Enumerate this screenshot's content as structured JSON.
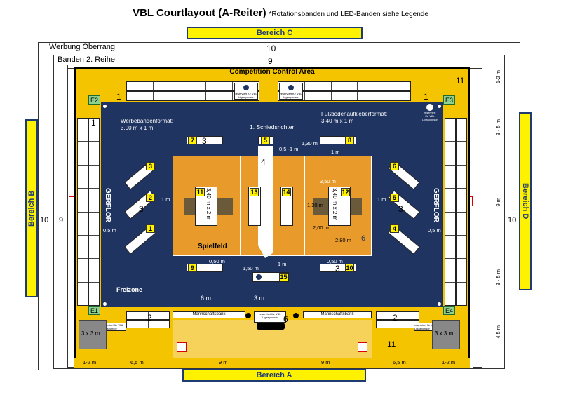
{
  "title": {
    "main": "VBL Courtlayout (A-Reiter)",
    "sub": "*Rotationsbanden und LED-Banden siehe Legende"
  },
  "bereich": {
    "a": "Bereich A",
    "b": "Bereich B",
    "c": "Bereich C",
    "d": "Bereich D"
  },
  "bands": {
    "oberrang_label": "Werbung Oberrang",
    "oberrang_num": "10",
    "reihe2_label": "Banden 2. Reihe",
    "reihe2_num": "9",
    "left_10": "10",
    "left_9": "9",
    "right_9": "9",
    "right_10": "10"
  },
  "control_area": "Competition Control Area",
  "zones": {
    "spielfeld": "Spielfeld",
    "freizone": "Freizone",
    "gerflor": "GERFLOR",
    "schiedsrichter": "1. Schiedsrichter"
  },
  "labels": {
    "werbeformat_1": "Werbebandenformat:",
    "werbeformat_2": "3,00 m x 1 m",
    "boden_1": "Fußbodenaufkleberformat:",
    "boden_2": "3,40 m x 1 m",
    "mannschaftsbank": "Mannschaftsbank",
    "reserviert": "reserviert für VBL Ligasponsor",
    "court_sticker": "3,40 m x 2 m"
  },
  "badges": {
    "b1": "1",
    "b2": "2",
    "b3": "3",
    "b4": "4",
    "b5": "5",
    "b6": "6",
    "b7": "7",
    "b8": "8",
    "b9": "9",
    "b10": "10",
    "b11": "11",
    "b12": "12",
    "b13": "13",
    "b14": "14",
    "b15": "15"
  },
  "corners": {
    "e1": "E1",
    "e2": "E2",
    "e3": "E3",
    "e4": "E4"
  },
  "numbers": {
    "n1": "1",
    "n2": "2",
    "n3": "3",
    "n4": "4",
    "n5": "5",
    "n6": "6",
    "n7": "7",
    "n8": "8",
    "n11": "11",
    "n12": "12"
  },
  "dims": {
    "m1": "1 m",
    "m05": "0,5 m",
    "m05_1": "0,5 -1 m",
    "m130": "1,30 m",
    "m350": "3,50 m",
    "m200": "2,00 m",
    "m280": "2,80 m",
    "m050": "0,50 m",
    "m150": "1,50 m",
    "m6": "6 m",
    "m3": "3 m",
    "m12": "1-2 m",
    "m65": "6,5 m",
    "m9": "9 m",
    "m35": "3 - 5 m",
    "m45": "4,5 m",
    "m3x3": "3 x 3 m"
  },
  "colors": {
    "navy": "#1f3461",
    "court": "#e89a2a",
    "yellow": "#f5c400",
    "bereich": "#fff200"
  }
}
